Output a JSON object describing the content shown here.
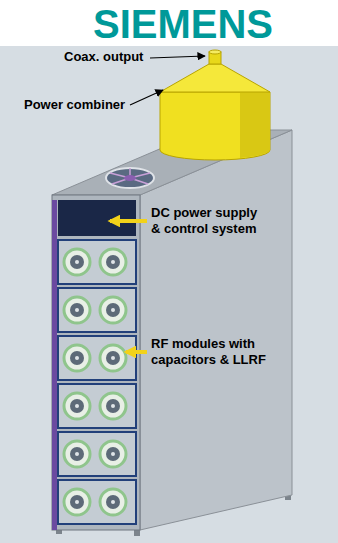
{
  "diagram": {
    "title": "SIEMENS",
    "labels": [
      "Coax. output",
      "Power combiner",
      "DC power supply & control system",
      "RF modules with capacitors & LLRF"
    ]
  }
}
